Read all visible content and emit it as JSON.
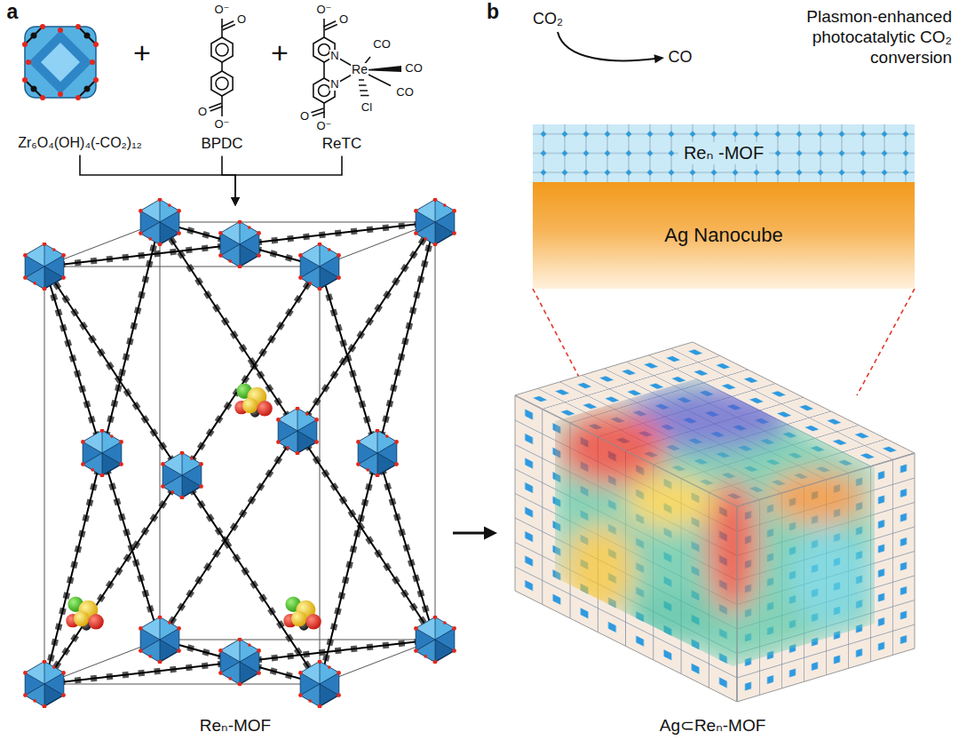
{
  "diagram": {
    "nodes": [
      {
        "text": [
          "Zr₆O₄(OH)₄(-CO₂)₁₂"
        ]
      },
      {
        "text": [
          "BPDC"
        ]
      },
      {
        "text": [
          "ReTC"
        ]
      },
      {
        "text": [
          "Reₙ-MOF"
        ]
      },
      {
        "text": [
          "Reₙ -MOF"
        ]
      },
      {
        "text": [
          "Ag Nanocube"
        ]
      },
      {
        "text": [
          "Ag⊂Reₙ-MOF"
        ]
      }
    ],
    "edges": [
      {
        "from": 0,
        "to": 3,
        "arrow": "to"
      },
      {
        "from": 1,
        "to": 3,
        "arrow": "to"
      },
      {
        "from": 2,
        "to": 3,
        "arrow": "to"
      },
      {
        "from": 3,
        "to": 6,
        "arrow": "to"
      }
    ],
    "labels": [
      "a",
      "+",
      "+",
      "O⁻",
      "O",
      "O",
      "O⁻",
      "O⁻",
      "O",
      "N",
      "N",
      "Re",
      "CO",
      "CO",
      "CO",
      "Cl",
      "O",
      "O⁻",
      "b",
      "CO₂",
      "CO",
      "Plasmon-enhanced photocatalytic CO₂ conversion"
    ]
  }
}
